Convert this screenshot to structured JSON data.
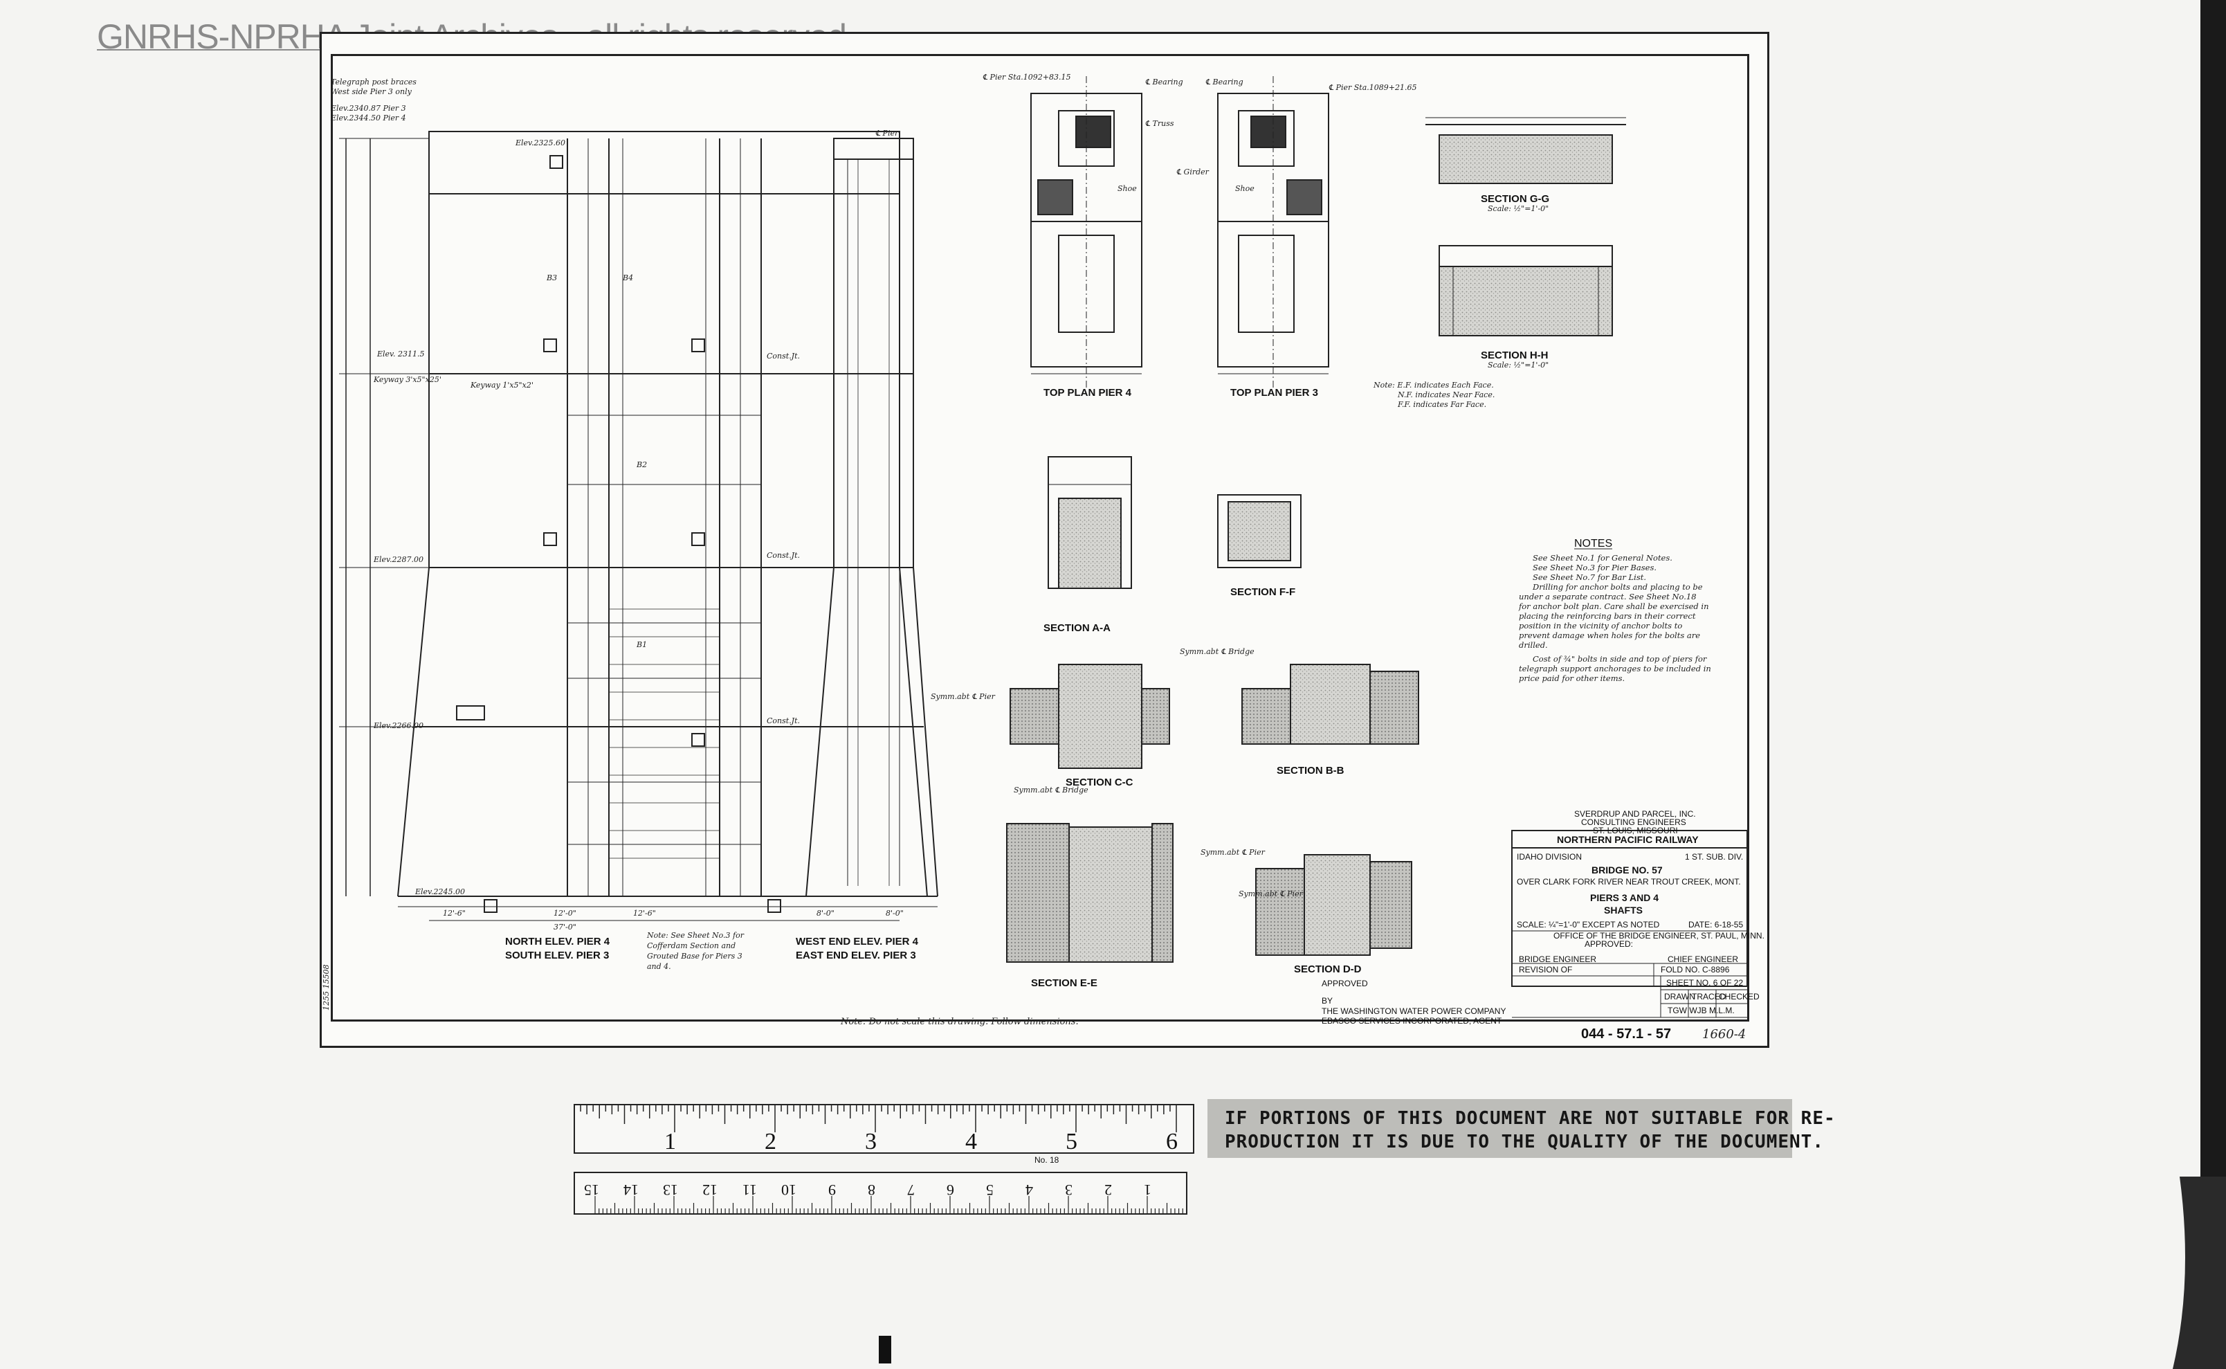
{
  "watermark": "GNRHS-NPRHA Joint Archives - all rights reserved",
  "elevation_views": {
    "north": "NORTH ELEV. PIER 4",
    "south": "SOUTH ELEV. PIER 3",
    "west": "WEST END ELEV. PIER 4",
    "east": "EAST END ELEV. PIER 3",
    "footnote": [
      "Note: See Sheet No.3 for",
      "Cofferdam Section and",
      "Grouted Base for Piers 3",
      "and 4."
    ]
  },
  "elevation_labels": {
    "elev_2340": "Elev.2340.87 Pier 3",
    "elev_2344": "Elev.2344.50 Pier 4",
    "elev_2325": "Elev.2325.60",
    "elev_2311": "Elev. 2311.5",
    "elev_2287": "Elev.2287.00",
    "elev_2266": "Elev.2266.00",
    "elev_2245": "Elev.2245.00",
    "keyway_a": "Keyway 3'x5\"x25'",
    "keyway_b": "Keyway 1'x5\"x2'",
    "const_jt_1": "Const.Jt.",
    "const_jt_2": "Const.Jt.",
    "const_jt_3": "Const.Jt.",
    "pier_cl": "℄ Pier",
    "telegraph": [
      "Telegraph post braces",
      "West side Pier 3 only"
    ],
    "dim_12_6_a": "12'-6\"",
    "dim_12_6_b": "12'-6\"",
    "dim_12_0": "12'-0\"",
    "dim_37_0": "37'-0\"",
    "dim_8_0_a": "8'-0\"",
    "dim_8_0_b": "8'-0\"",
    "b1": "B1",
    "b2": "B2",
    "b3": "B3",
    "b4": "B4"
  },
  "top_plans": {
    "pier4": "TOP PLAN PIER 4",
    "pier3": "TOP PLAN PIER 3",
    "bearing": "℄ Bearing",
    "truss": "℄ Truss",
    "girder": "℄ Girder",
    "shoe": "Shoe",
    "pier_sta_4": "℄ Pier Sta.1092+83.15",
    "pier_sta_3": "℄ Pier Sta.1089+21.65"
  },
  "sections": {
    "gg": "SECTION G-G",
    "gg_scale": "Scale: ½\"=1'-0\"",
    "hh": "SECTION H-H",
    "hh_scale": "Scale: ½\"=1'-0\"",
    "aa": "SECTION A-A",
    "ff": "SECTION F-F",
    "cc": "SECTION C-C",
    "bb": "SECTION B-B",
    "ee": "SECTION E-E",
    "dd": "SECTION D-D",
    "symm_bridge": "Symm.abt ℄ Bridge",
    "symm_pier": "Symm.abt ℄ Pier"
  },
  "face_note": [
    "Note: E.F. indicates Each Face.",
    "N.F. indicates Near Face.",
    "F.F. indicates Far Face."
  ],
  "notes": {
    "title": "NOTES",
    "lines": [
      "See Sheet No.1 for General Notes.",
      "See Sheet No.3 for Pier Bases.",
      "See Sheet No.7 for Bar List.",
      "Drilling for anchor bolts and placing to be",
      "under a separate contract. See Sheet No.18",
      "for anchor bolt plan. Care shall be exercised in",
      "placing the reinforcing bars in their correct",
      "position in the vicinity of anchor bolts to",
      "prevent damage when holes for the bolts are",
      "drilled.",
      "Cost of ¾\" bolts in side and top of piers for",
      "telegraph support anchorages to be included in",
      "price paid for other items."
    ]
  },
  "title_block": {
    "firm": [
      "SVERDRUP AND PARCEL, INC.",
      "CONSULTING ENGINEERS",
      "ST. LOUIS, MISSOURI"
    ],
    "railway": "NORTHERN PACIFIC RAILWAY",
    "division": "IDAHO DIVISION",
    "subdiv": "1 ST. SUB. DIV.",
    "bridge": "BRIDGE NO. 57",
    "location": "OVER CLARK FORK RIVER NEAR TROUT CREEK, MONT.",
    "piers": "PIERS 3 AND 4",
    "shafts": "SHAFTS",
    "scale": "SCALE: ¼\"=1'-0\" EXCEPT AS NOTED",
    "date": "DATE: 6-18-55",
    "office": "OFFICE OF THE BRIDGE ENGINEER, ST. PAUL, MINN.",
    "approved": "APPROVED:",
    "bridge_engineer": "BRIDGE ENGINEER",
    "chief_engineer": "CHIEF ENGINEER",
    "revision": "REVISION OF",
    "fold_no": "FOLD NO. C-8896",
    "sheet": "SHEET NO. 6 OF 22",
    "drawn": "DRAWN",
    "traced": "TRACED",
    "checked": "CHECKED",
    "initials": "TGW   WJB   M.L.M.",
    "power_co": "THE WASHINGTON WATER POWER COMPANY",
    "ebasco": "EBASCO SERVICES INCORPORATED, AGENT",
    "by": "BY",
    "approved2": "APPROVED"
  },
  "drawing_number": "044 - 57.1 - 57",
  "drawing_number_suffix": "1660-4",
  "bottom_note": "Note: Do not scale this drawing. Follow dimensions.",
  "side_stamp": "1255 15508",
  "ruler": {
    "inches": [
      "1",
      "2",
      "3",
      "4",
      "5",
      "6"
    ],
    "cm": [
      "1",
      "2",
      "3",
      "4",
      "5",
      "6",
      "7",
      "8",
      "9",
      "10",
      "11",
      "12",
      "13",
      "14",
      "15"
    ],
    "model": "No. 18"
  },
  "warning": [
    "IF PORTIONS OF THIS DOCUMENT ARE NOT SUITABLE FOR RE-",
    "PRODUCTION IT IS DUE TO THE QUALITY OF THE DOCUMENT."
  ]
}
